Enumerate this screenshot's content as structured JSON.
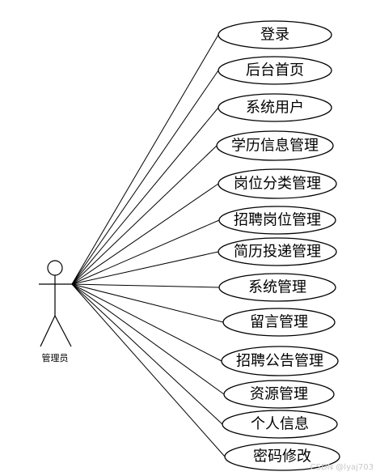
{
  "actor": {
    "label": "管理员"
  },
  "use_cases": [
    {
      "label": "登录"
    },
    {
      "label": "后台首页"
    },
    {
      "label": "系统用户"
    },
    {
      "label": "学历信息管理"
    },
    {
      "label": "岗位分类管理"
    },
    {
      "label": "招聘岗位管理"
    },
    {
      "label": "简历投递管理"
    },
    {
      "label": "系统管理"
    },
    {
      "label": "留言管理"
    },
    {
      "label": "招聘公告管理"
    },
    {
      "label": "资源管理"
    },
    {
      "label": "个人信息"
    },
    {
      "label": "密码修改"
    }
  ],
  "watermark": "CSDN @lyaj703"
}
